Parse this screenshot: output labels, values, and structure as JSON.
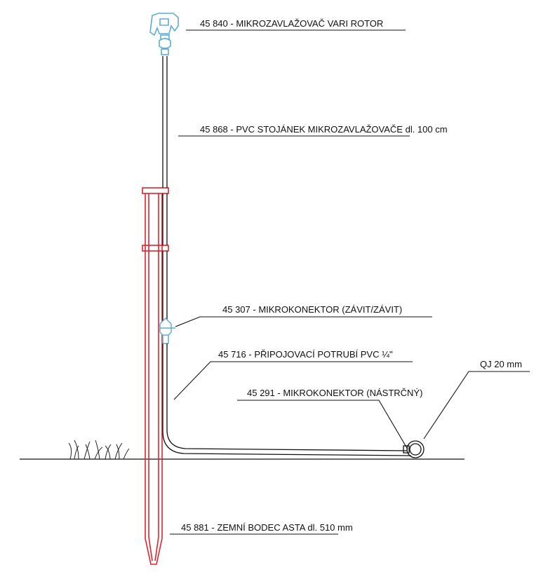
{
  "labels": {
    "rotor": "45 840 - MIKROZAVLAŽOVAČ VARI ROTOR",
    "stand": "45 868 - PVC STOJÁNEK MIKROZAVLAŽOVAČE dl. 100 cm",
    "connector_thread": "45 307 - MIKROKONEKTOR (ZÁVIT/ZÁVIT)",
    "pipe": "45 716 - PŘIPOJOVACÍ POTRUBÍ PVC ¼\"",
    "connector_barb": "45 291 - MIKROKONEKTOR (NÁSTRČNÝ)",
    "main_pipe": "QJ 20 mm",
    "stake": "45 881 - ZEMNÍ BODEC ASTA dl. 510 mm"
  },
  "colors": {
    "stake": "#e0242b",
    "sprinkler": "#5aaed8",
    "lines": "#111111"
  }
}
